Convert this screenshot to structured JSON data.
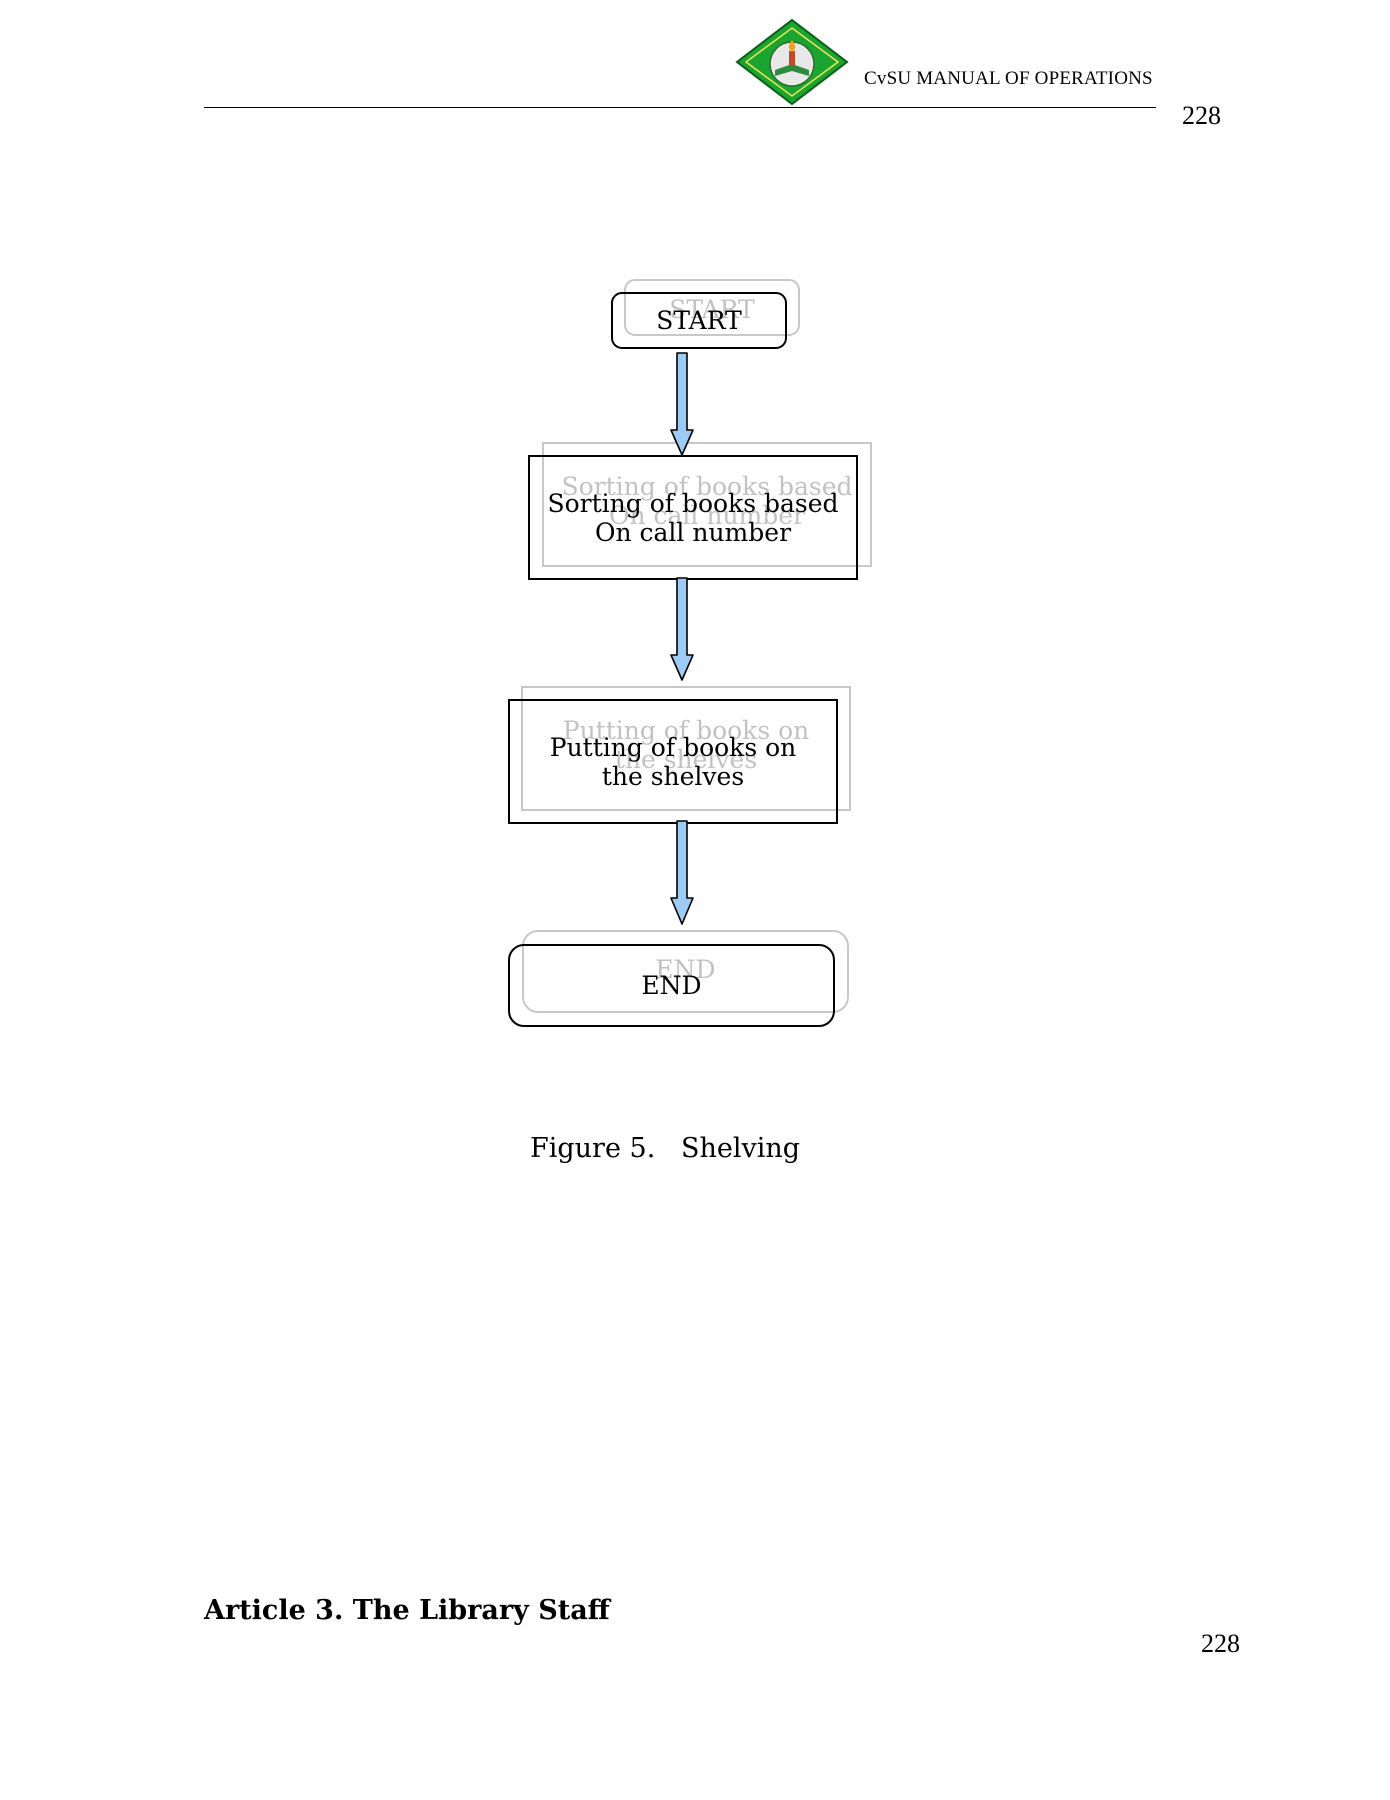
{
  "header": {
    "title": "CvSU MANUAL OF OPERATIONS",
    "page_number": "228"
  },
  "flowchart": {
    "start_label": "START",
    "step1_line1": "Sorting of books based",
    "step1_line2": "On call number",
    "step2_line1": "Putting of books on",
    "step2_line2": "the shelves",
    "end_label": "END"
  },
  "caption": "Figure 5.   Shelving",
  "article_heading": "Article 3. The Library Staff",
  "footer": {
    "page_number": "228"
  },
  "colors": {
    "arrow_fill": "#9ecbf5",
    "logo_green": "#1aa531",
    "ghost_text": "#c2c2c2"
  }
}
